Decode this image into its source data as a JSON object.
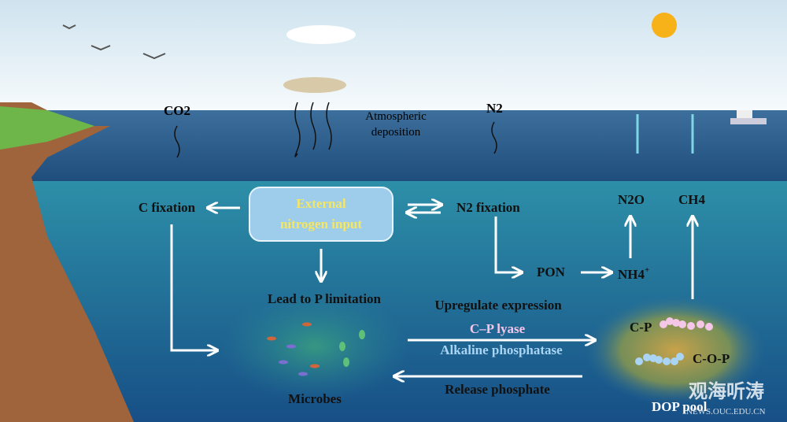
{
  "atmosphere": {
    "co2": "CO2",
    "n2": "N2",
    "deposition_line1": "Atmospheric",
    "deposition_line2": "deposition"
  },
  "center": {
    "external_line1": "External",
    "external_line2": "nitrogen input",
    "lead_to_p": "Lead to P limitation",
    "microbes": "Microbes"
  },
  "left": {
    "c_fixation": "C fixation"
  },
  "right": {
    "n2_fixation": "N2 fixation",
    "pon": "PON",
    "nh4": "NH4",
    "nh4_sup": "+",
    "n2o": "N2O",
    "ch4": "CH4"
  },
  "middle": {
    "upregulate": "Upregulate expression",
    "cp_lyase": "C–P lyase",
    "alkaline": "Alkaline phosphatase",
    "release": "Release phosphate"
  },
  "dop": {
    "cp": "C-P",
    "cop": "C-O-P",
    "pool": "DOP pool"
  },
  "watermark": {
    "logo": "观海听涛",
    "url": "NEWS.OUC.EDU.CN"
  },
  "colors": {
    "sky": "#eaf3f8",
    "sea_surface": "#2a5d8f",
    "deep_sea": "#1c5c8c",
    "yellow_text": "#f5e663",
    "pink": "#f4c6e8",
    "blue_beads": "#a9d4f3"
  }
}
